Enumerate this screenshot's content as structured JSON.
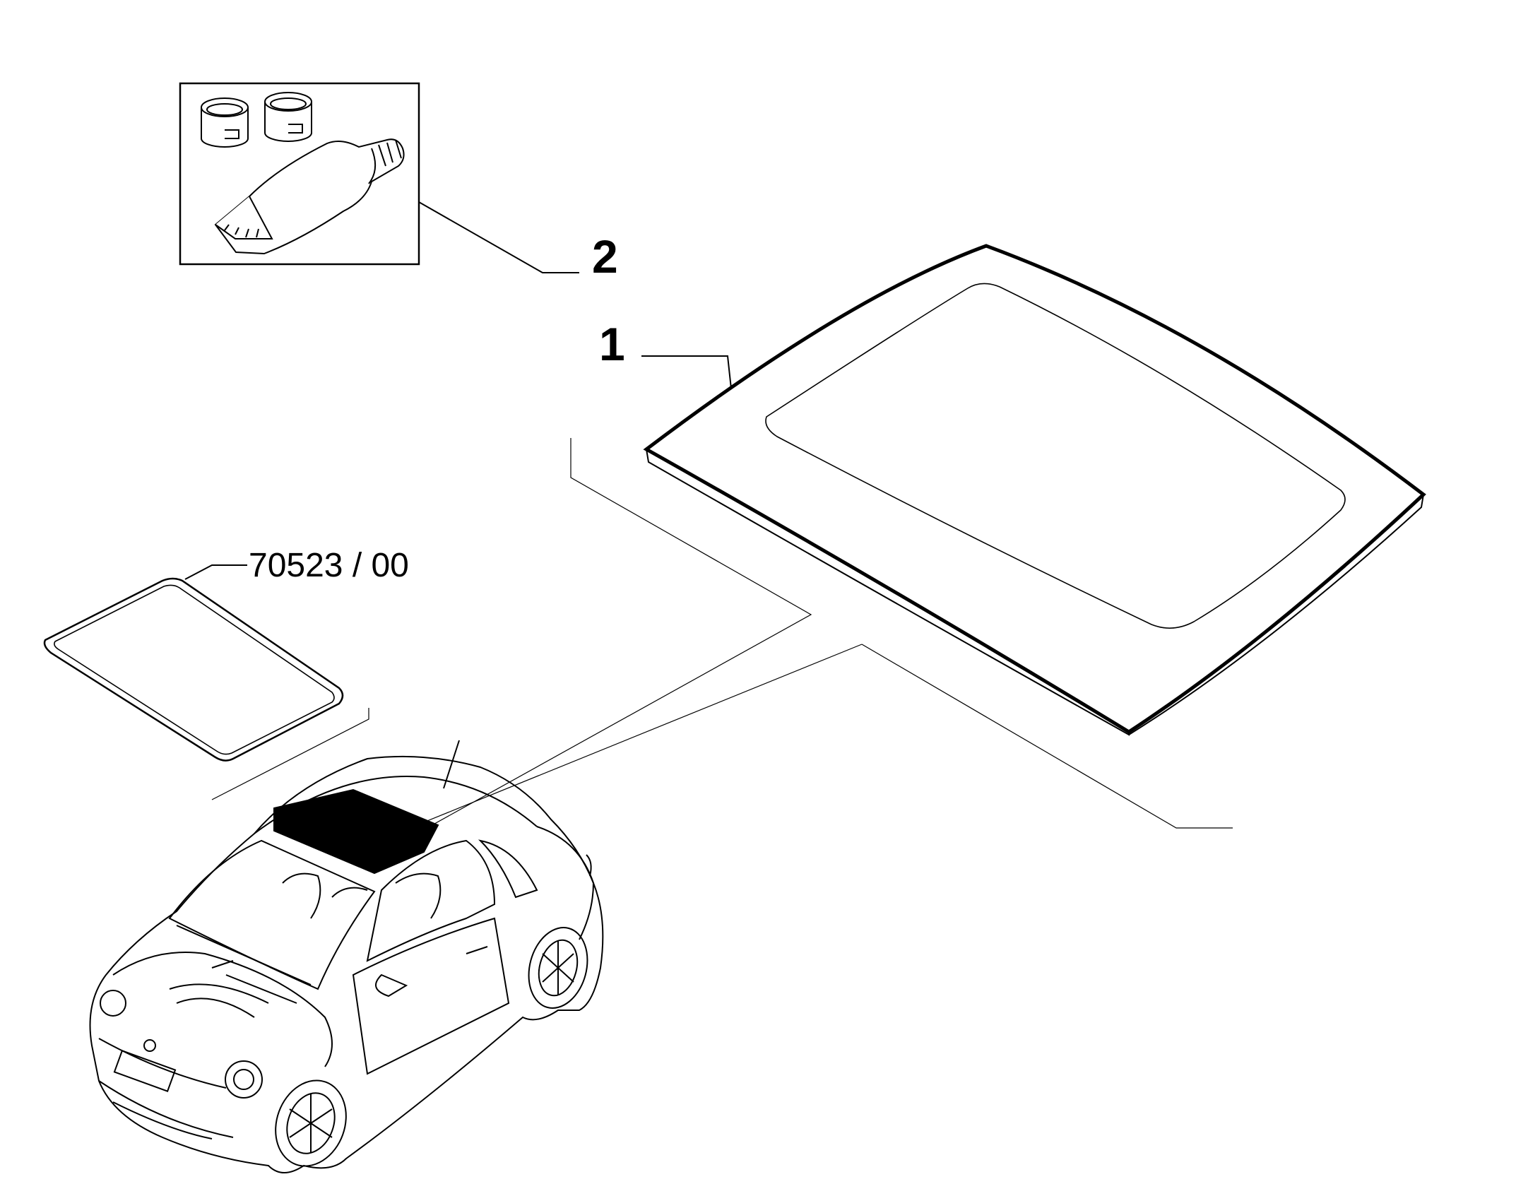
{
  "diagram": {
    "callouts": {
      "kit": "2",
      "glass_panel": "1",
      "seal_ref": "70523 / 00"
    },
    "colors": {
      "line": "#000000",
      "background": "#ffffff",
      "fill_dark": "#000000"
    },
    "icons": {
      "kit": "adhesive-kit-icon",
      "glass": "roof-glass-panel",
      "seal": "roof-seal-frame",
      "car": "car-outline"
    }
  }
}
